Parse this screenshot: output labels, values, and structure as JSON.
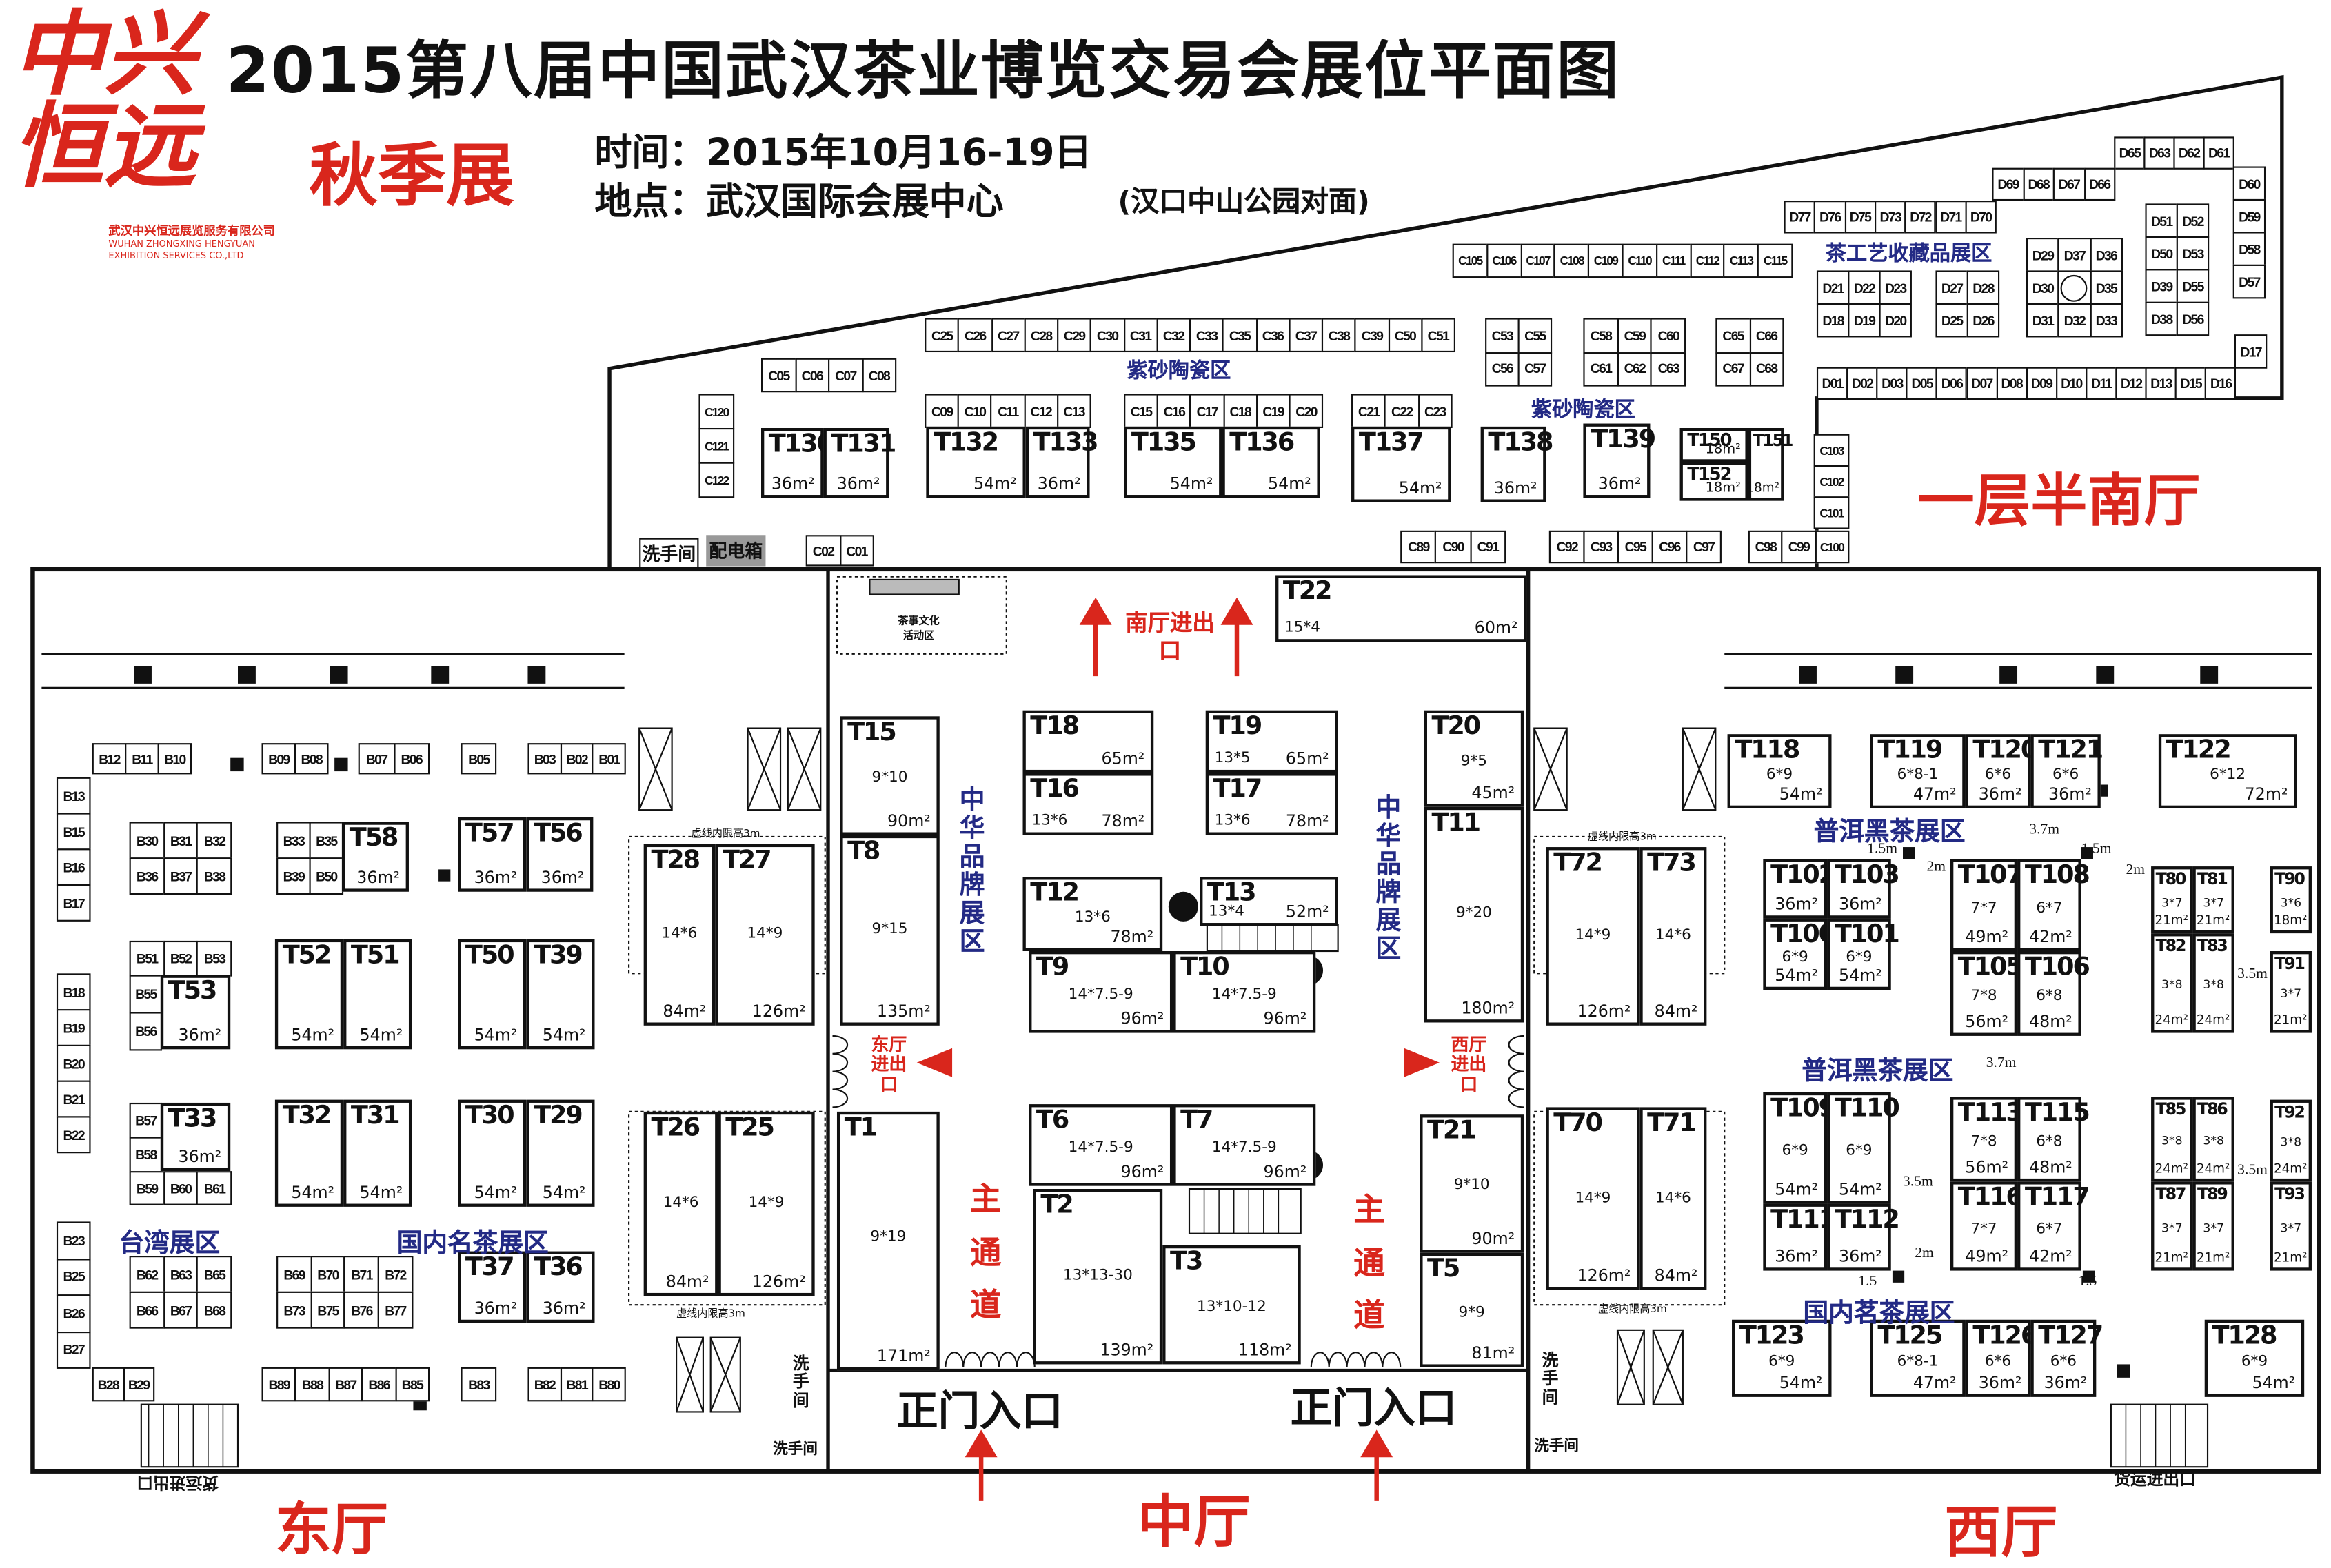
{
  "header": {
    "title": "2015第八届中国武汉茶业博览交易会展位平面图",
    "season": "秋季展",
    "time": "时间：2015年10月16-19日",
    "place": "地点：武汉国际会展中心",
    "place_note": "(汉口中山公园对面)"
  },
  "logo": {
    "mark": "中兴恒远",
    "company_cn": "武汉中兴恒远展览服务有限公司",
    "company_en1": "WUHAN ZHONGXING HENGYUAN",
    "company_en2": "EXHIBITION SERVICES CO.,LTD"
  },
  "colors": {
    "accent_red": "#d9261c",
    "zone_blue": "#232a85"
  },
  "halls": {
    "south": "一层半南厅",
    "east": "东厅",
    "middle": "中厅",
    "west": "西厅"
  },
  "zones": {
    "tea_craft": "茶工艺收藏品展区",
    "zisha_1": "紫砂陶瓷区",
    "zisha_2": "紫砂陶瓷区",
    "brand_1": "中华品牌展区",
    "brand_2": "中华品牌展区",
    "taiwan": "台湾展区",
    "famous_tea": "国内名茶展区",
    "puer_1": "普洱黑茶展区",
    "puer_2": "普洱黑茶展区",
    "domestic_tea": "国内茗茶展区"
  },
  "signs": {
    "south_exit": "南厅进出口",
    "east_exit": "东厅进出口",
    "west_exit": "西厅进出口",
    "main_aisle_1": "主通道",
    "main_aisle_2": "主通道",
    "main_entrance_1": "正门入口",
    "main_entrance_2": "正门入口",
    "restroom_1": "洗手间",
    "restroom_2": "洗手间",
    "restroom_3": "洗手间",
    "restroom_4": "洗手间",
    "restroom_5": "洗手间",
    "power_box": "配电箱",
    "freight_1": "货运进出口",
    "freight_2": "货运进出口",
    "height_limit_1": "虚线内限高3m",
    "height_limit_2": "虚线内限高3m",
    "height_limit_3": "虚线内限高3m",
    "height_limit_4": "虚线内限高3m",
    "tea_culture": "茶事文化活动区"
  },
  "measurements": {
    "a": "3.7m",
    "b": "3.7m",
    "c": "2m",
    "d": "2m",
    "e": "2m",
    "f": "3.5m",
    "g": "3.5m",
    "h": "3.5m",
    "i": "1.5m",
    "j": "1.5m",
    "k": "1.5",
    "l": "1.5"
  },
  "stall_groups": [
    {
      "ids": [
        "D65",
        "D63",
        "D62",
        "D61"
      ]
    },
    {
      "ids": [
        "D69",
        "D68",
        "D67",
        "D66"
      ]
    },
    {
      "ids": [
        "D77",
        "D76",
        "D75",
        "D73",
        "D72",
        "D71",
        "D70"
      ]
    },
    {
      "ids": [
        "D60",
        "D59",
        "D58",
        "D57"
      ]
    },
    {
      "ids": [
        "D51",
        "D52",
        "D50",
        "D53",
        "D39",
        "D55",
        "D38",
        "D56"
      ]
    },
    {
      "ids": [
        "D29",
        "D37",
        "D36",
        "D30",
        "",
        "D35",
        "D31",
        "D32",
        "D33"
      ]
    },
    {
      "ids": [
        "D27",
        "D28",
        "D25",
        "D26"
      ]
    },
    {
      "ids": [
        "D21",
        "D22",
        "D23",
        "D18",
        "D19",
        "D20"
      ]
    },
    {
      "ids": [
        "D17"
      ]
    },
    {
      "ids": [
        "D01",
        "D02",
        "D03",
        "D05",
        "D06",
        "D07",
        "D08",
        "D09",
        "D10",
        "D11",
        "D12",
        "D13",
        "D15",
        "D16"
      ]
    },
    {
      "ids": [
        "C105",
        "C106",
        "C107",
        "C108",
        "C109",
        "C110",
        "C111",
        "C112",
        "C113",
        "C115"
      ]
    },
    {
      "ids": [
        "C25",
        "C26",
        "C27",
        "C28",
        "C29",
        "C30",
        "C31",
        "C32",
        "C33",
        "C35",
        "C36",
        "C37",
        "C38",
        "C39",
        "C50",
        "C51"
      ]
    },
    {
      "ids": [
        "C05",
        "C06",
        "C07",
        "C08"
      ]
    },
    {
      "ids": [
        "C53",
        "C55",
        "C56",
        "C57"
      ]
    },
    {
      "ids": [
        "C58",
        "C59",
        "C60",
        "C61",
        "C62",
        "C63"
      ]
    },
    {
      "ids": [
        "C65",
        "C66",
        "C67",
        "C68"
      ]
    },
    {
      "ids": [
        "C120",
        "C121",
        "C122"
      ]
    },
    {
      "ids": [
        "C09",
        "C10",
        "C11",
        "C12",
        "C13"
      ]
    },
    {
      "ids": [
        "C15",
        "C16",
        "C17",
        "C18",
        "C19",
        "C20"
      ]
    },
    {
      "ids": [
        "C21",
        "C22",
        "C23"
      ]
    },
    {
      "ids": [
        "C103",
        "C102",
        "C101"
      ]
    },
    {
      "ids": [
        "C98",
        "C99",
        "C100"
      ]
    },
    {
      "ids": [
        "C89",
        "C90",
        "C91"
      ]
    },
    {
      "ids": [
        "C92",
        "C93",
        "C95",
        "C96",
        "C97"
      ]
    },
    {
      "ids": [
        "C02",
        "C01"
      ]
    },
    {
      "ids": [
        "B12",
        "B11",
        "B10"
      ]
    },
    {
      "ids": [
        "B09",
        "B08"
      ]
    },
    {
      "ids": [
        "B07",
        "B06"
      ]
    },
    {
      "ids": [
        "B05"
      ]
    },
    {
      "ids": [
        "B03",
        "B02",
        "B01"
      ]
    },
    {
      "ids": [
        "B13",
        "B15",
        "B16",
        "B17"
      ]
    },
    {
      "ids": [
        "B30",
        "B31",
        "B32",
        "B36",
        "B37",
        "B38"
      ]
    },
    {
      "ids": [
        "B33",
        "B35",
        "B39",
        "B50"
      ]
    },
    {
      "ids": [
        "B51",
        "B52",
        "B53"
      ]
    },
    {
      "ids": [
        "B55",
        "B56"
      ]
    },
    {
      "ids": [
        "B18",
        "B19",
        "B20",
        "B21",
        "B22"
      ]
    },
    {
      "ids": [
        "B57",
        "B58"
      ]
    },
    {
      "ids": [
        "B59",
        "B60",
        "B61"
      ]
    },
    {
      "ids": [
        "B23",
        "B25",
        "B26",
        "B27"
      ]
    },
    {
      "ids": [
        "B62",
        "B63",
        "B65",
        "B66",
        "B67",
        "B68"
      ]
    },
    {
      "ids": [
        "B69",
        "B70",
        "B71",
        "B72",
        "B73",
        "B75",
        "B76",
        "B77"
      ]
    },
    {
      "ids": [
        "B28",
        "B29"
      ]
    },
    {
      "ids": [
        "B89",
        "B88",
        "B87",
        "B86",
        "B85"
      ]
    },
    {
      "ids": [
        "B83"
      ]
    },
    {
      "ids": [
        "B82",
        "B81",
        "B80"
      ]
    }
  ],
  "booths": [
    {
      "id": "T130",
      "size": "",
      "area": "36m²"
    },
    {
      "id": "T131",
      "size": "",
      "area": "36m²"
    },
    {
      "id": "T132",
      "size": "",
      "area": "54m²"
    },
    {
      "id": "T133",
      "size": "",
      "area": "36m²"
    },
    {
      "id": "T135",
      "size": "",
      "area": "54m²"
    },
    {
      "id": "T136",
      "size": "",
      "area": "54m²"
    },
    {
      "id": "T137",
      "size": "",
      "area": "54m²"
    },
    {
      "id": "T138",
      "size": "",
      "area": "36m²"
    },
    {
      "id": "T139",
      "size": "",
      "area": "36m²"
    },
    {
      "id": "T150",
      "size": "",
      "area": "18m²"
    },
    {
      "id": "T152",
      "size": "",
      "area": "18m²"
    },
    {
      "id": "T151",
      "size": "",
      "area": "18m²"
    },
    {
      "id": "T22",
      "size": "15*4",
      "area": "60m²"
    },
    {
      "id": "T15",
      "size": "9*10",
      "area": "90m²"
    },
    {
      "id": "T8",
      "size": "9*15",
      "area": "135m²"
    },
    {
      "id": "T18",
      "size": "",
      "area": "65m²"
    },
    {
      "id": "T16",
      "size": "13*6",
      "area": "78m²"
    },
    {
      "id": "T19",
      "size": "13*5",
      "area": "65m²"
    },
    {
      "id": "T17",
      "size": "13*6",
      "area": "78m²"
    },
    {
      "id": "T20",
      "size": "9*5",
      "area": "45m²"
    },
    {
      "id": "T11",
      "size": "9*20",
      "area": "180m²"
    },
    {
      "id": "T12",
      "size": "13*6",
      "area": "78m²"
    },
    {
      "id": "T13",
      "size": "13*4",
      "area": "52m²"
    },
    {
      "id": "T9",
      "size": "14*7.5-9",
      "area": "96m²"
    },
    {
      "id": "T10",
      "size": "14*7.5-9",
      "area": "96m²"
    },
    {
      "id": "T6",
      "size": "14*7.5-9",
      "area": "96m²"
    },
    {
      "id": "T7",
      "size": "14*7.5-9",
      "area": "96m²"
    },
    {
      "id": "T1",
      "size": "9*19",
      "area": "171m²"
    },
    {
      "id": "T2",
      "size": "13*13-30",
      "area": "139m²"
    },
    {
      "id": "T3",
      "size": "13*10-12",
      "area": "118m²"
    },
    {
      "id": "T21",
      "size": "9*10",
      "area": "90m²"
    },
    {
      "id": "T5",
      "size": "9*9",
      "area": "81m²"
    },
    {
      "id": "T58",
      "size": "",
      "area": "36m²"
    },
    {
      "id": "T57",
      "size": "",
      "area": "36m²"
    },
    {
      "id": "T56",
      "size": "",
      "area": "36m²"
    },
    {
      "id": "T53",
      "size": "",
      "area": "36m²"
    },
    {
      "id": "T52",
      "size": "",
      "area": "54m²"
    },
    {
      "id": "T51",
      "size": "",
      "area": "54m²"
    },
    {
      "id": "T50",
      "size": "",
      "area": "54m²"
    },
    {
      "id": "T39",
      "size": "",
      "area": "54m²"
    },
    {
      "id": "T33",
      "size": "",
      "area": "36m²"
    },
    {
      "id": "T32",
      "size": "",
      "area": "54m²"
    },
    {
      "id": "T31",
      "size": "",
      "area": "54m²"
    },
    {
      "id": "T30",
      "size": "",
      "area": "54m²"
    },
    {
      "id": "T29",
      "size": "",
      "area": "54m²"
    },
    {
      "id": "T37",
      "size": "",
      "area": "36m²"
    },
    {
      "id": "T36",
      "size": "",
      "area": "36m²"
    },
    {
      "id": "T28",
      "size": "14*6",
      "area": "84m²"
    },
    {
      "id": "T27",
      "size": "14*9",
      "area": "126m²"
    },
    {
      "id": "T26",
      "size": "14*6",
      "area": "84m²"
    },
    {
      "id": "T25",
      "size": "14*9",
      "area": "126m²"
    },
    {
      "id": "T72",
      "size": "14*9",
      "area": "126m²"
    },
    {
      "id": "T73",
      "size": "14*6",
      "area": "84m²"
    },
    {
      "id": "T70",
      "size": "14*9",
      "area": "126m²"
    },
    {
      "id": "T71",
      "size": "14*6",
      "area": "84m²"
    },
    {
      "id": "T118",
      "size": "6*9",
      "area": "54m²"
    },
    {
      "id": "T119",
      "size": "6*8-1",
      "area": "47m²"
    },
    {
      "id": "T120",
      "size": "6*6",
      "area": "36m²"
    },
    {
      "id": "T121",
      "size": "6*6",
      "area": "36m²"
    },
    {
      "id": "T122",
      "size": "6*12",
      "area": "72m²"
    },
    {
      "id": "T102",
      "size": "",
      "area": "36m²"
    },
    {
      "id": "T103",
      "size": "",
      "area": "36m²"
    },
    {
      "id": "T100",
      "size": "6*9",
      "area": "54m²"
    },
    {
      "id": "T101",
      "size": "6*9",
      "area": "54m²"
    },
    {
      "id": "T107",
      "size": "7*7",
      "area": "49m²"
    },
    {
      "id": "T108",
      "size": "6*7",
      "area": "42m²"
    },
    {
      "id": "T105",
      "size": "7*8",
      "area": "56m²"
    },
    {
      "id": "T106",
      "size": "6*8",
      "area": "48m²"
    },
    {
      "id": "T80",
      "size": "3*7",
      "area": "21m²"
    },
    {
      "id": "T81",
      "size": "3*7",
      "area": "21m²"
    },
    {
      "id": "T82",
      "size": "3*8",
      "area": "24m²"
    },
    {
      "id": "T83",
      "size": "3*8",
      "area": "24m²"
    },
    {
      "id": "T90",
      "size": "3*6",
      "area": "18m²"
    },
    {
      "id": "T91",
      "size": "3*7",
      "area": "21m²"
    },
    {
      "id": "T109",
      "size": "6*9",
      "area": "54m²"
    },
    {
      "id": "T110",
      "size": "6*9",
      "area": "54m²"
    },
    {
      "id": "T111",
      "size": "",
      "area": "36m²"
    },
    {
      "id": "T112",
      "size": "",
      "area": "36m²"
    },
    {
      "id": "T113",
      "size": "7*8",
      "area": "56m²"
    },
    {
      "id": "T115",
      "size": "6*8",
      "area": "48m²"
    },
    {
      "id": "T116",
      "size": "7*7",
      "area": "49m²"
    },
    {
      "id": "T117",
      "size": "6*7",
      "area": "42m²"
    },
    {
      "id": "T85",
      "size": "3*8",
      "area": "24m²"
    },
    {
      "id": "T86",
      "size": "3*8",
      "area": "24m²"
    },
    {
      "id": "T87",
      "size": "3*7",
      "area": "21m²"
    },
    {
      "id": "T89",
      "size": "3*7",
      "area": "21m²"
    },
    {
      "id": "T92",
      "size": "3*8",
      "area": "24m²"
    },
    {
      "id": "T93",
      "size": "3*7",
      "area": "21m²"
    },
    {
      "id": "T123",
      "size": "6*9",
      "area": "54m²"
    },
    {
      "id": "T125",
      "size": "6*8-1",
      "area": "47m²"
    },
    {
      "id": "T126",
      "size": "6*6",
      "area": "36m²"
    },
    {
      "id": "T127",
      "size": "6*6",
      "area": "36m²"
    },
    {
      "id": "T128",
      "size": "6*9",
      "area": "54m²"
    }
  ]
}
